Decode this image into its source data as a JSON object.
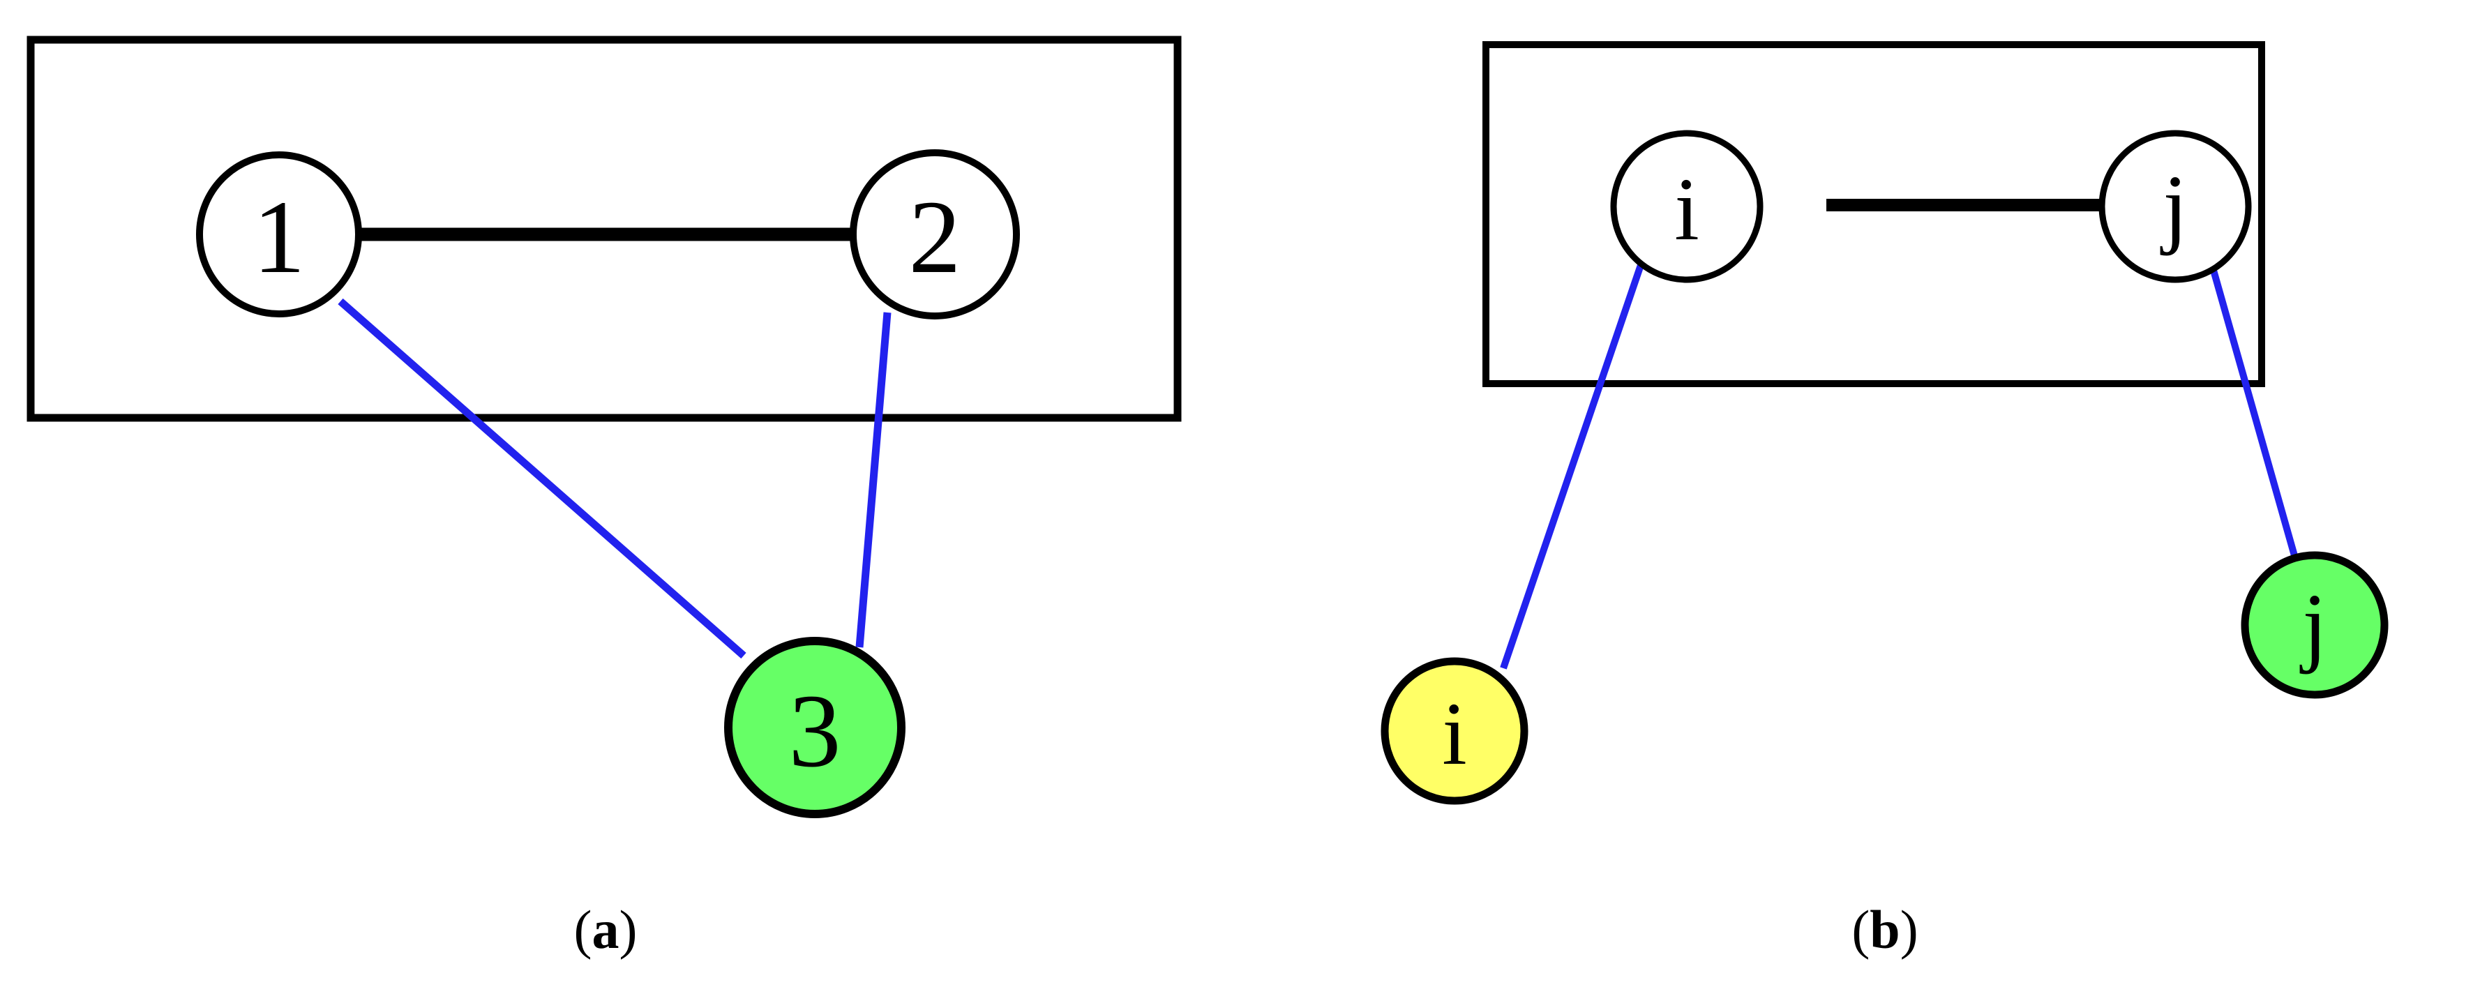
{
  "figure": {
    "background_color": "#ffffff",
    "stroke_color": "#000000",
    "edge_intra_color": "#000000",
    "edge_cross_color": "#2222ee",
    "fill_green": "#66ff66",
    "fill_yellow": "#ffff66",
    "fill_white": "#ffffff"
  },
  "panels": [
    {
      "id": "panel-a",
      "caption_open": "(",
      "caption_letter": "a",
      "caption_close": ")",
      "caption_full": "(a)",
      "container": {
        "label": ""
      },
      "nodes": [
        {
          "id": "a-node-1",
          "label": "1",
          "fill": "#ffffff",
          "group": "boxed"
        },
        {
          "id": "a-node-2",
          "label": "2",
          "fill": "#ffffff",
          "group": "boxed"
        },
        {
          "id": "a-node-3",
          "label": "3",
          "fill": "#66ff66",
          "group": "outside"
        }
      ],
      "edges": [
        {
          "from": "1",
          "to": "2",
          "style": "thick-black"
        },
        {
          "from": "1",
          "to": "3",
          "style": "thin-blue"
        },
        {
          "from": "2",
          "to": "3",
          "style": "thin-blue"
        }
      ]
    },
    {
      "id": "panel-b",
      "caption_open": "(",
      "caption_letter": "b",
      "caption_close": ")",
      "caption_full": "(b)",
      "container": {
        "label": ""
      },
      "nodes": [
        {
          "id": "b-node-i-boxed",
          "label": "i",
          "fill": "#ffffff",
          "group": "boxed"
        },
        {
          "id": "b-node-j-boxed",
          "label": "j",
          "fill": "#ffffff",
          "group": "boxed"
        },
        {
          "id": "b-node-i-outside",
          "label": "i",
          "fill": "#ffff66",
          "group": "outside"
        },
        {
          "id": "b-node-j-outside",
          "label": "j",
          "fill": "#66ff66",
          "group": "outside"
        }
      ],
      "edges": [
        {
          "from": "i",
          "to": "j",
          "style": "thick-black"
        },
        {
          "from": "i",
          "to": "i",
          "style": "thin-blue"
        },
        {
          "from": "j",
          "to": "j",
          "style": "thin-blue"
        }
      ]
    }
  ]
}
